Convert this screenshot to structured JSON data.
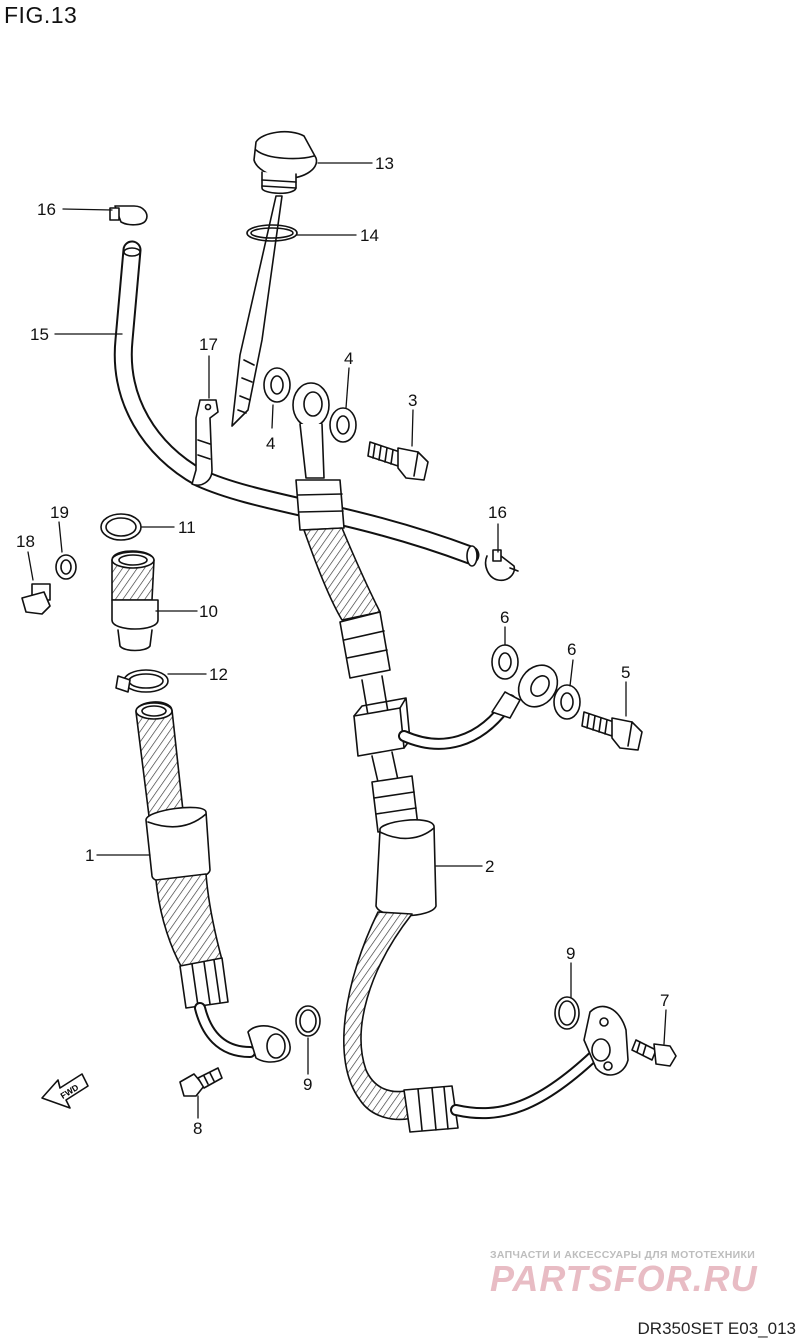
{
  "figure": {
    "title": "FIG.13",
    "code": "DR350SET E03_013"
  },
  "watermark": {
    "tagline": "ЗАПЧАСТИ И АКСЕССУАРЫ ДЛЯ МОТОТЕХНИКИ",
    "logo": "PARTSFOR.RU",
    "color": "#e8bcc4"
  },
  "fwd_arrow": {
    "label": "FWD"
  },
  "callouts": {
    "c1": "1",
    "c2": "2",
    "c3": "3",
    "c4a": "4",
    "c4b": "4",
    "c5": "5",
    "c6a": "6",
    "c6b": "6",
    "c7": "7",
    "c8": "8",
    "c9a": "9",
    "c9b": "9",
    "c10": "10",
    "c11": "11",
    "c12": "12",
    "c13": "13",
    "c14": "14",
    "c15": "15",
    "c16a": "16",
    "c16b": "16",
    "c17": "17",
    "c18": "18",
    "c19": "19"
  }
}
